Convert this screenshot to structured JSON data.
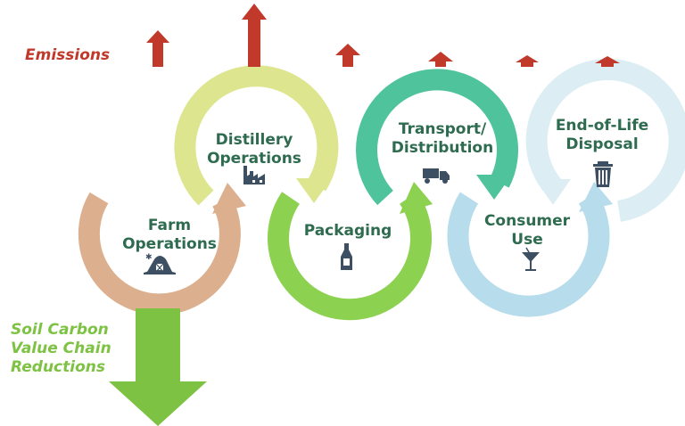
{
  "emissions_label": "Emissions",
  "soil_label": {
    "line1": "Soil Carbon",
    "line2": "Value Chain",
    "line3": "Reductions"
  },
  "colors": {
    "emissions": "#c0392b",
    "soil": "#7dc242",
    "label_text": "#2e6b4f",
    "farm": "#dcb08f",
    "distillery": "#dde68e",
    "packaging": "#8cd150",
    "transport": "#4fc39b",
    "consumer": "#b7dceb",
    "end_of_life": "#dceef4",
    "icon": "#3d4f63"
  },
  "stages": [
    {
      "line1": "Farm",
      "line2": "Operations",
      "icon": "barn-icon"
    },
    {
      "line1": "Distillery",
      "line2": "Operations",
      "icon": "factory-icon"
    },
    {
      "line1": "Packaging",
      "line2": "",
      "icon": "bottle-icon"
    },
    {
      "line1": "Transport/",
      "line2": "Distribution",
      "icon": "truck-icon"
    },
    {
      "line1": "Consumer",
      "line2": "Use",
      "icon": "cocktail-glass-icon"
    },
    {
      "line1": "End-of-Life",
      "line2": "Disposal",
      "icon": "trash-can-icon"
    }
  ]
}
